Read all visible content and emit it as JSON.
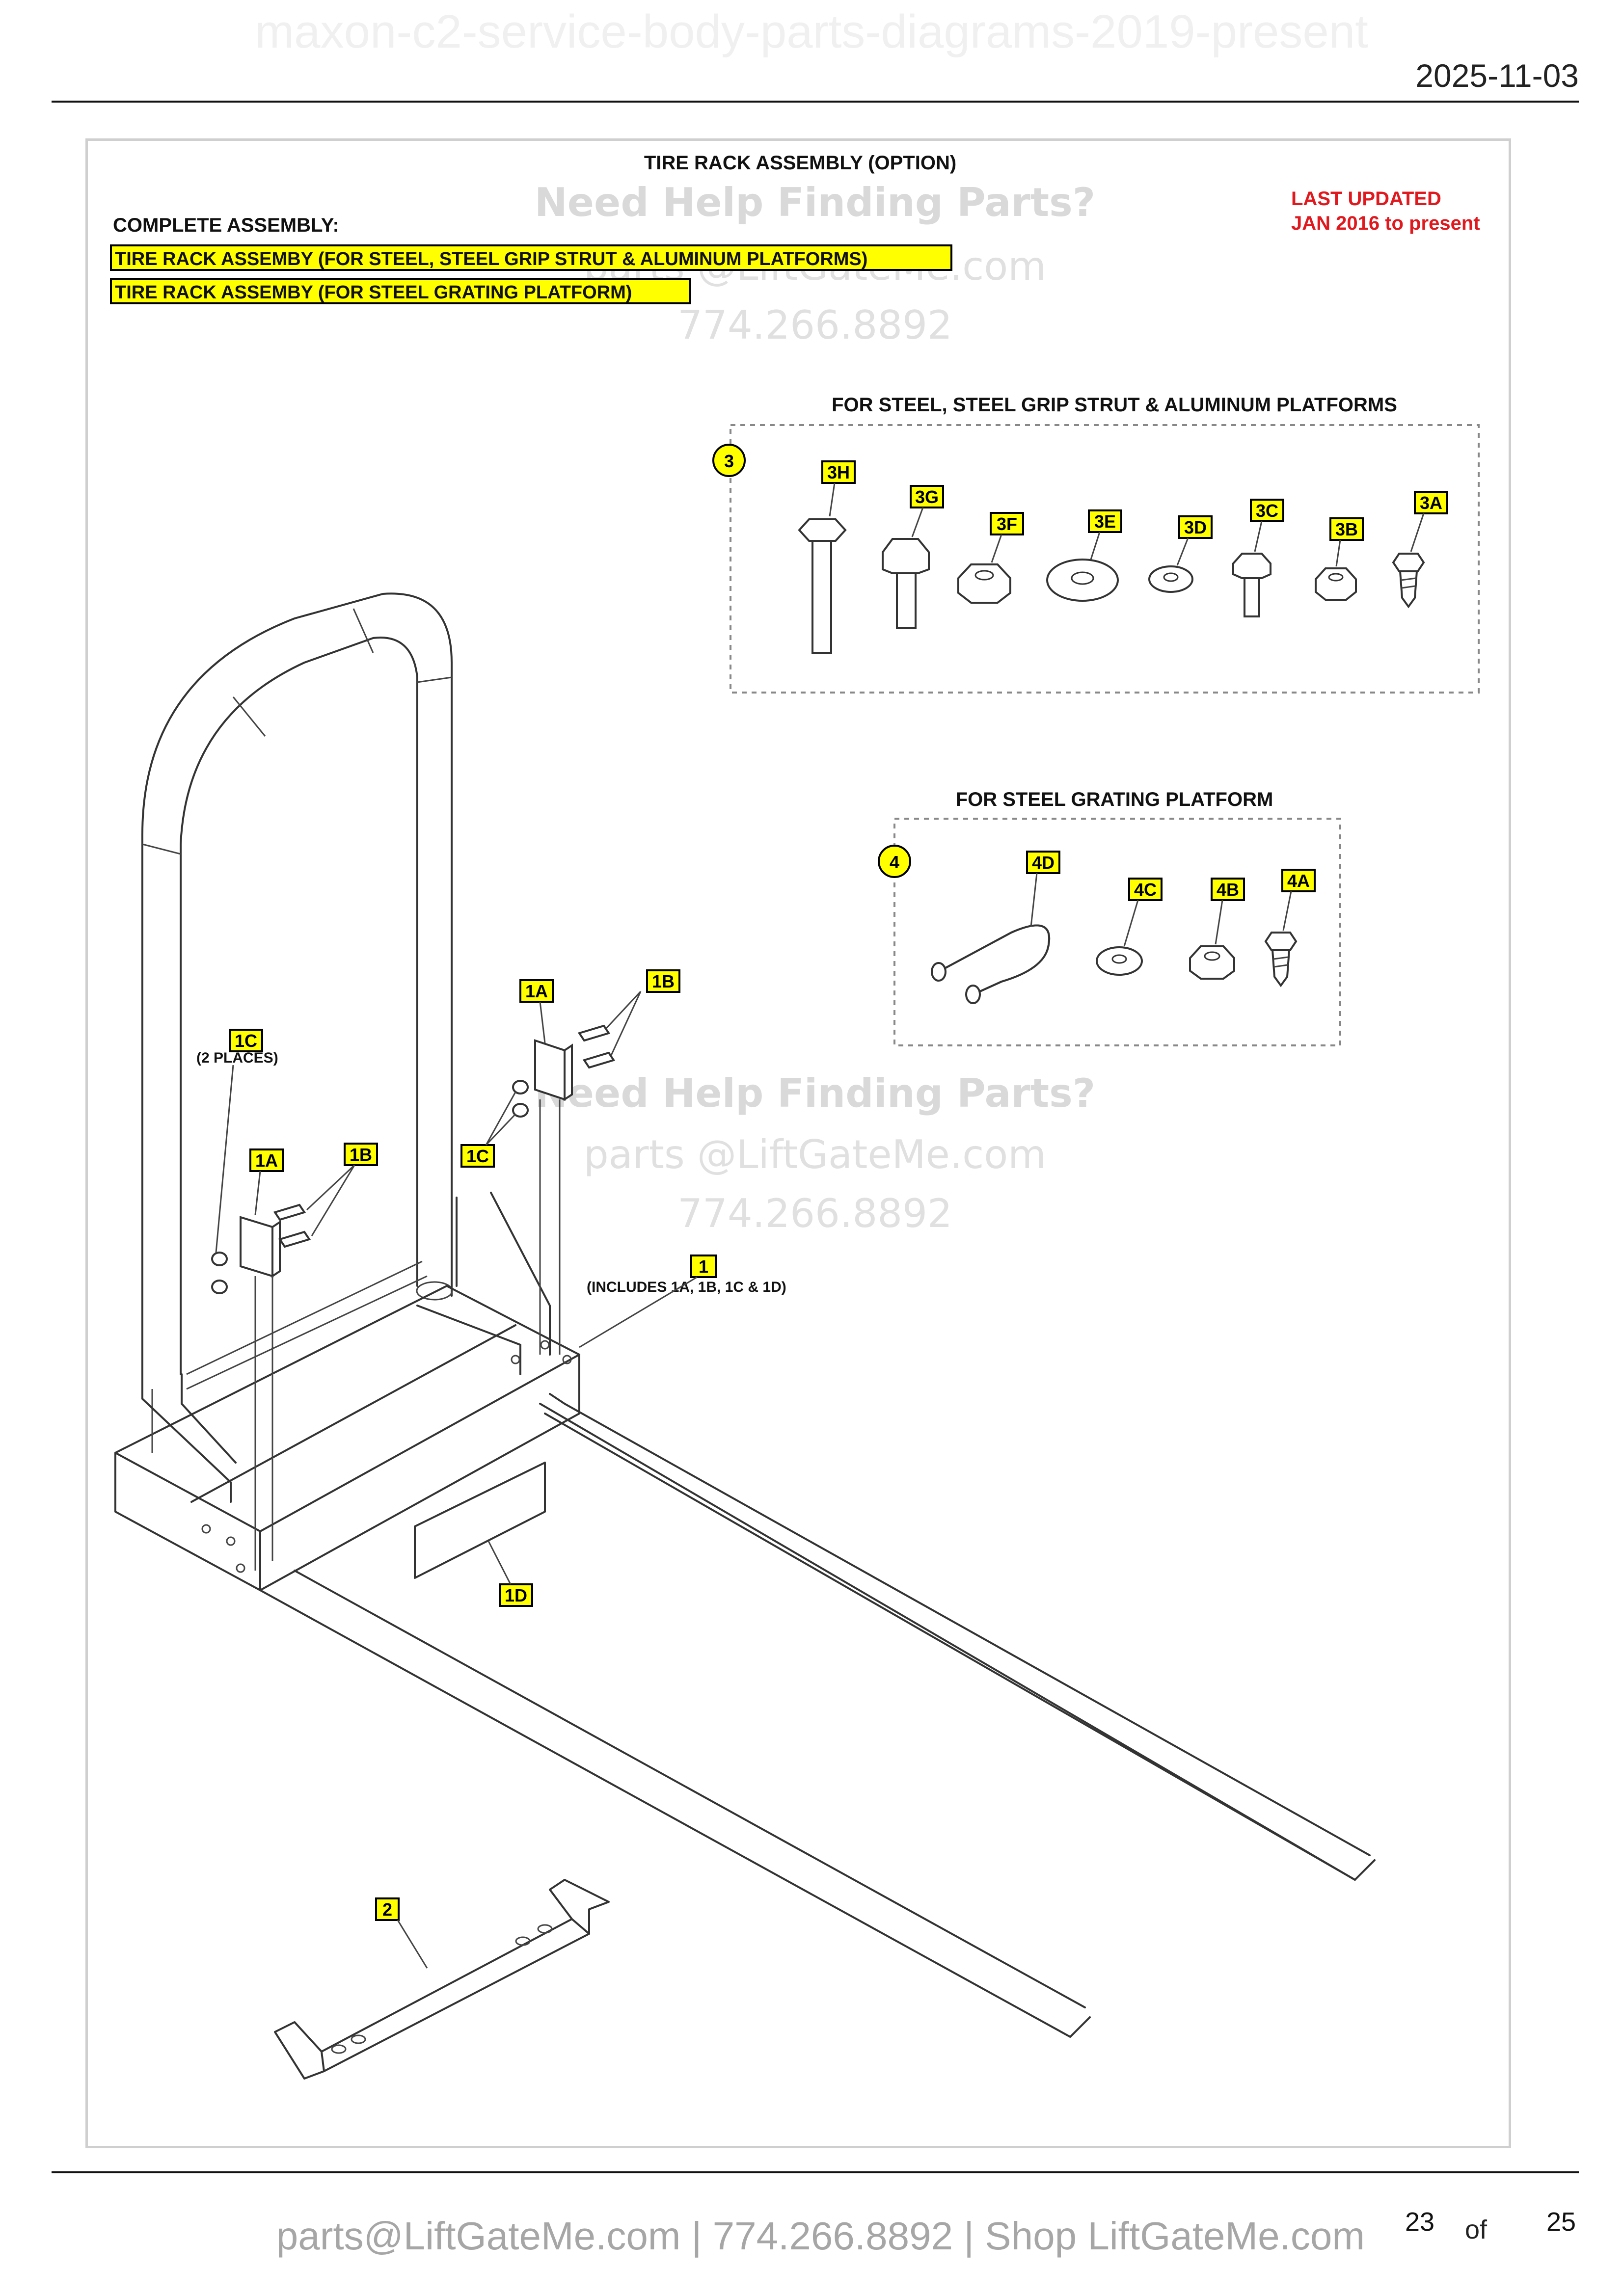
{
  "document": {
    "title": "maxon-c2-service-body-parts-diagrams-2019-present",
    "date": "2025-11-03"
  },
  "diagram": {
    "title": "TIRE RACK ASSEMBLY (OPTION)",
    "complete_assembly_label": "COMPLETE ASSEMBLY:",
    "assembly_items": [
      "TIRE RACK ASSEMBY (FOR STEEL, STEEL GRIP STRUT & ALUMINUM PLATFORMS)",
      "TIRE RACK ASSEMBY (FOR STEEL GRATING PLATFORM)"
    ],
    "update_notice": [
      "LAST UPDATED",
      "JAN 2016 to present"
    ],
    "watermark": [
      "Need Help Finding Parts?",
      "parts @LiftGateMe.com",
      "774.266.8892"
    ],
    "group3": {
      "title": "FOR STEEL, STEEL GRIP STRUT & ALUMINUM PLATFORMS",
      "number": "3",
      "parts": [
        "3H",
        "3G",
        "3F",
        "3E",
        "3D",
        "3C",
        "3B",
        "3A"
      ]
    },
    "group4": {
      "title": "FOR STEEL GRATING PLATFORM",
      "number": "4",
      "parts": [
        "4D",
        "4C",
        "4B",
        "4A"
      ]
    },
    "callouts": {
      "upper_1a": "1A",
      "upper_1b": "1B",
      "upper_1c": "1C",
      "left_1c": "1C",
      "left_1c_note": "(2 PLACES)",
      "left_1a": "1A",
      "left_1b": "1B",
      "item_1": "1",
      "item_1_note": "(INCLUDES 1A, 1B, 1C & 1D)",
      "item_1d": "1D",
      "item_2": "2"
    },
    "colors": {
      "highlight": "#ffff00",
      "update_red": "#e0191e",
      "watermark": "#d9d9d9",
      "line": "#333333"
    }
  },
  "footer": {
    "contact": "parts@LiftGateMe.com | 774.266.8892 | Shop LiftGateMe.com",
    "page_number": "23",
    "page_of": "of",
    "page_total": "25"
  }
}
